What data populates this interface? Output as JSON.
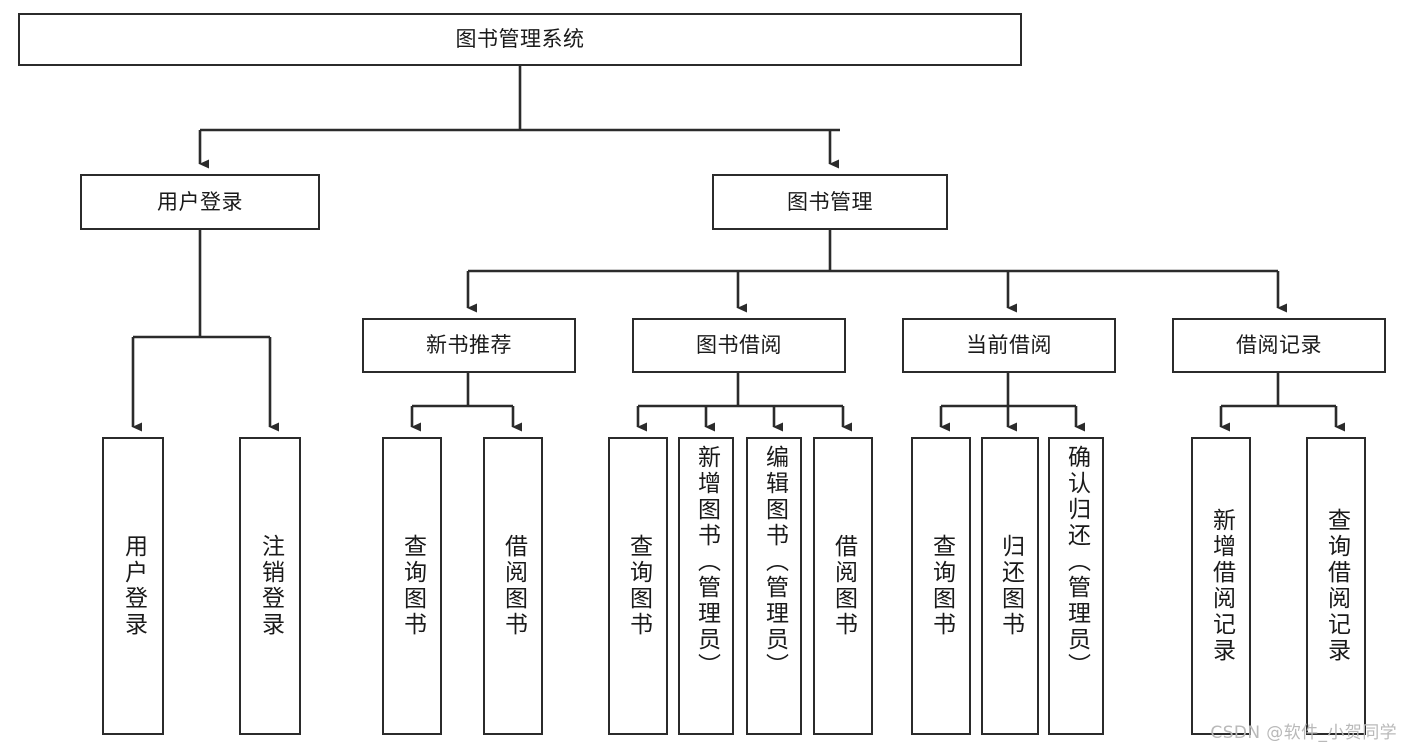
{
  "diagram": {
    "title": "图书管理系统",
    "type": "functional-structure-tree",
    "stroke_color": "#2b2b2b",
    "fill_color": "#ffffff",
    "text_color": "#1a1a1a",
    "watermark": "CSDN @软件_小贺同学"
  },
  "nodes": {
    "root": {
      "label": "图书管理系统"
    },
    "level2": [
      {
        "id": "user-login",
        "label": "用户登录"
      },
      {
        "id": "book-manage",
        "label": "图书管理"
      }
    ],
    "level3": [
      {
        "id": "new-book-recommend",
        "label": "新书推荐"
      },
      {
        "id": "book-borrow",
        "label": "图书借阅"
      },
      {
        "id": "current-borrow",
        "label": "当前借阅"
      },
      {
        "id": "borrow-record",
        "label": "借阅记录"
      }
    ],
    "leaves": {
      "user_login": [
        {
          "id": "leaf-user-login",
          "label": "用户登录"
        },
        {
          "id": "leaf-logout-login",
          "label": "注销登录"
        }
      ],
      "new_book_recommend": [
        {
          "id": "leaf-query-book-1",
          "label": "查询图书"
        },
        {
          "id": "leaf-borrow-book-1",
          "label": "借阅图书"
        }
      ],
      "book_borrow": [
        {
          "id": "leaf-query-book-2",
          "label": "查询图书"
        },
        {
          "id": "leaf-add-book",
          "label": "新增图书（管理员）"
        },
        {
          "id": "leaf-edit-book",
          "label": "编辑图书（管理员）"
        },
        {
          "id": "leaf-borrow-book-2",
          "label": "借阅图书"
        }
      ],
      "current_borrow": [
        {
          "id": "leaf-query-book-3",
          "label": "查询图书"
        },
        {
          "id": "leaf-return-book",
          "label": "归还图书"
        },
        {
          "id": "leaf-confirm-return",
          "label": "确认归还（管理员）"
        }
      ],
      "borrow_record": [
        {
          "id": "leaf-add-record",
          "label": "新增借阅记录"
        },
        {
          "id": "leaf-query-record",
          "label": "查询借阅记录"
        }
      ]
    }
  }
}
